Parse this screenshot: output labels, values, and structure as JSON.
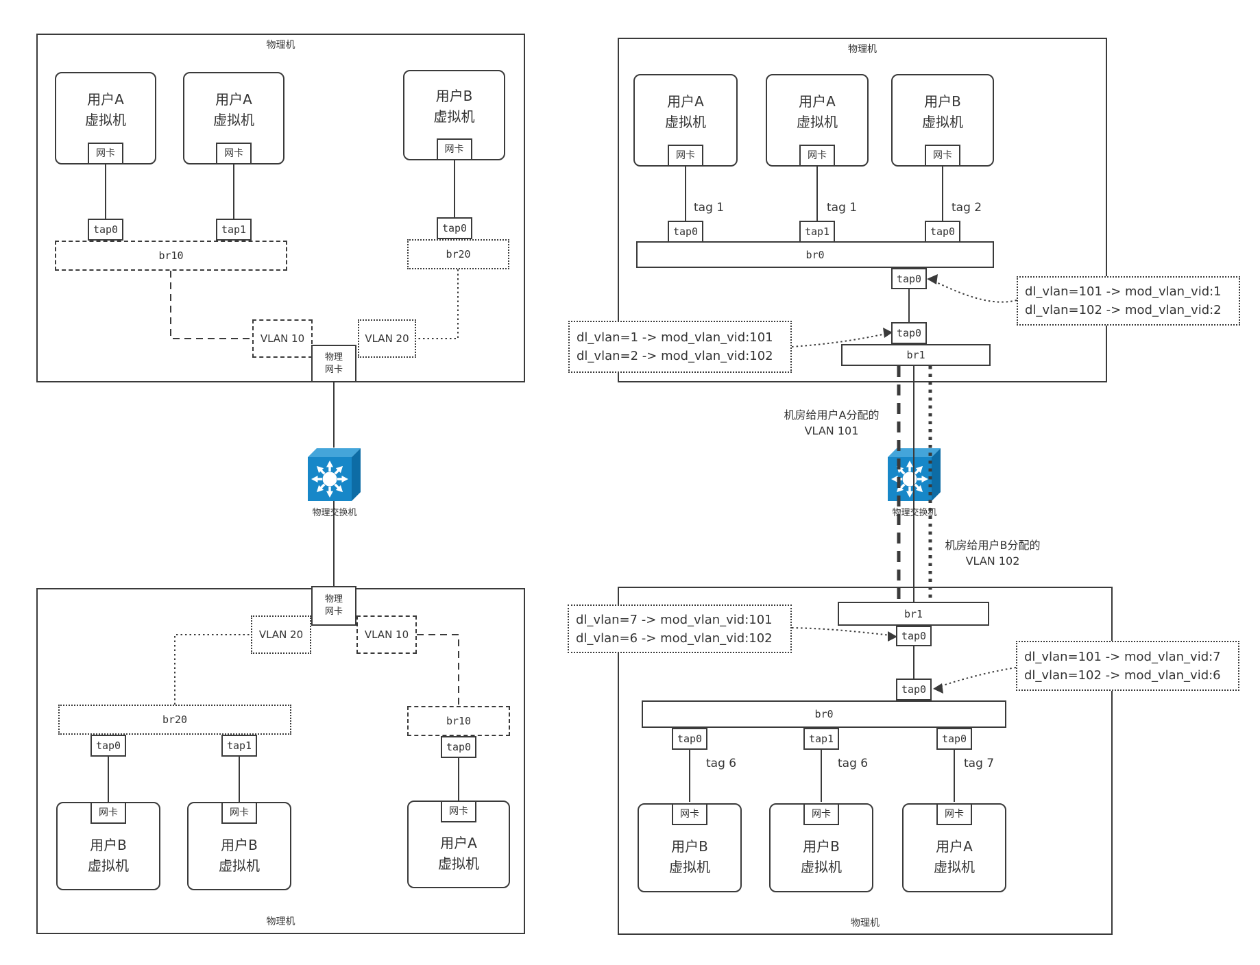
{
  "shared": {
    "machine_label": "物理机",
    "user_a": "用户A",
    "user_b": "用户B",
    "vm_word": "虚拟机",
    "nic": "网卡",
    "phys_nic_line1": "物理",
    "phys_nic_line2": "网卡",
    "switch_label": "物理交换机",
    "tap0": "tap0",
    "tap1": "tap1",
    "br0": "br0",
    "br1": "br1",
    "br10": "br10",
    "br20": "br20",
    "vlan10": "VLAN 10",
    "vlan20": "VLAN 20",
    "tag1": "tag 1",
    "tag2": "tag 2",
    "tag6": "tag 6",
    "tag7": "tag 7"
  },
  "notes": {
    "vlan101_line1": "机房给用户A分配的",
    "vlan101_line2": "VLAN 101",
    "vlan102_line1": "机房给用户B分配的",
    "vlan102_line2": "VLAN 102"
  },
  "flow_rules": {
    "top_ingress_line1": "dl_vlan=1 -> mod_vlan_vid:101",
    "top_ingress_line2": "dl_vlan=2 -> mod_vlan_vid:102",
    "top_egress_line1": "dl_vlan=101 -> mod_vlan_vid:1",
    "top_egress_line2": "dl_vlan=102 -> mod_vlan_vid:2",
    "bottom_ingress_line1": "dl_vlan=7 -> mod_vlan_vid:101",
    "bottom_ingress_line2": "dl_vlan=6 -> mod_vlan_vid:102",
    "bottom_egress_line1": "dl_vlan=101 -> mod_vlan_vid:7",
    "bottom_egress_line2": "dl_vlan=102 -> mod_vlan_vid:6"
  },
  "colors": {
    "line": "#3a3a3a",
    "switch_front": "#1787c8",
    "switch_top": "#44a5da",
    "switch_side": "#0d6ca5"
  }
}
